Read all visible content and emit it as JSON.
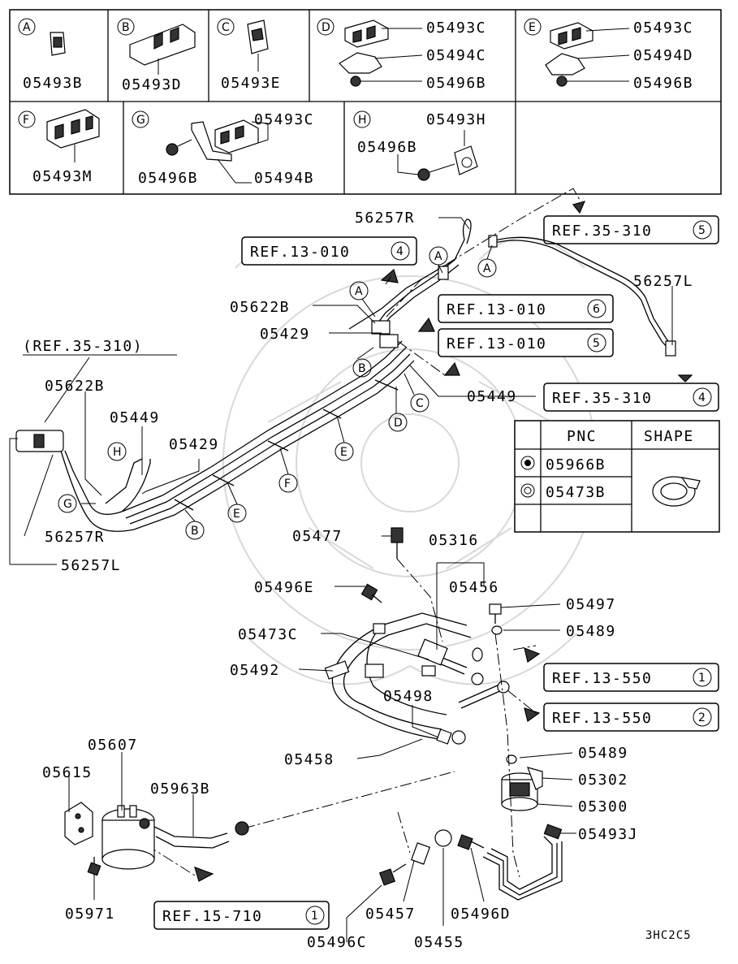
{
  "clip_panels": [
    {
      "letter": "A",
      "parts": [
        "05493B"
      ]
    },
    {
      "letter": "B",
      "parts": [
        "05493D"
      ]
    },
    {
      "letter": "C",
      "parts": [
        "05493E"
      ]
    },
    {
      "letter": "D",
      "parts": [
        "05493C",
        "05494C",
        "05496B"
      ]
    },
    {
      "letter": "E",
      "parts": [
        "05493C",
        "05494D",
        "05496B"
      ]
    },
    {
      "letter": "F",
      "parts": [
        "05493M"
      ]
    },
    {
      "letter": "G",
      "parts": [
        "05493C",
        "05496B",
        "05494B"
      ]
    },
    {
      "letter": "H",
      "parts": [
        "05493H",
        "05496B"
      ]
    }
  ],
  "refs": {
    "r1": "REF.35-310",
    "r1n": "5",
    "r2": "REF.13-010",
    "r2n": "4",
    "r3": "REF.13-010",
    "r3n": "6",
    "r4": "REF.13-010",
    "r4n": "5",
    "r5": "REF.35-310",
    "r5n": "4",
    "r6": "REF.13-550",
    "r6n": "1",
    "r7": "REF.13-550",
    "r7n": "2",
    "r8": "REF.15-710",
    "r8n": "1",
    "r9": "(REF.35-310)"
  },
  "labels": {
    "p56257R_top": "56257R",
    "p56257L_top": "56257L",
    "p05622B_mid": "05622B",
    "p05429_mid": "05429",
    "p05449_mid": "05449",
    "p05622B_left": "05622B",
    "p05449_left": "05449",
    "p05429_left": "05429",
    "p56257R_left": "56257R",
    "p56257L_left": "56257L",
    "p05477": "05477",
    "p05316": "05316",
    "p05456": "05456",
    "p05496E": "05496E",
    "p05497": "05497",
    "p05489a": "05489",
    "p05473C": "05473C",
    "p05492": "05492",
    "p05498": "05498",
    "p05458": "05458",
    "p05489b": "05489",
    "p05302": "05302",
    "p05300": "05300",
    "p05493J": "05493J",
    "p05607": "05607",
    "p05615": "05615",
    "p05963B": "05963B",
    "p05971": "05971",
    "p05457": "05457",
    "p05496D": "05496D",
    "p05496C": "05496C",
    "p05455": "05455"
  },
  "clip_callouts": {
    "c1": "A",
    "c2": "A",
    "c3": "A",
    "c4": "B",
    "c5": "C",
    "c6": "D",
    "c7": "E",
    "c8": "F",
    "c9": "E",
    "c10": "B",
    "c11": "G",
    "c12": "H"
  },
  "table": {
    "header_pnc": "PNC",
    "header_shape": "SHAPE",
    "row1_pnc": "05966B",
    "row2_pnc": "05473B"
  },
  "diagram_code": "3HC2C5"
}
